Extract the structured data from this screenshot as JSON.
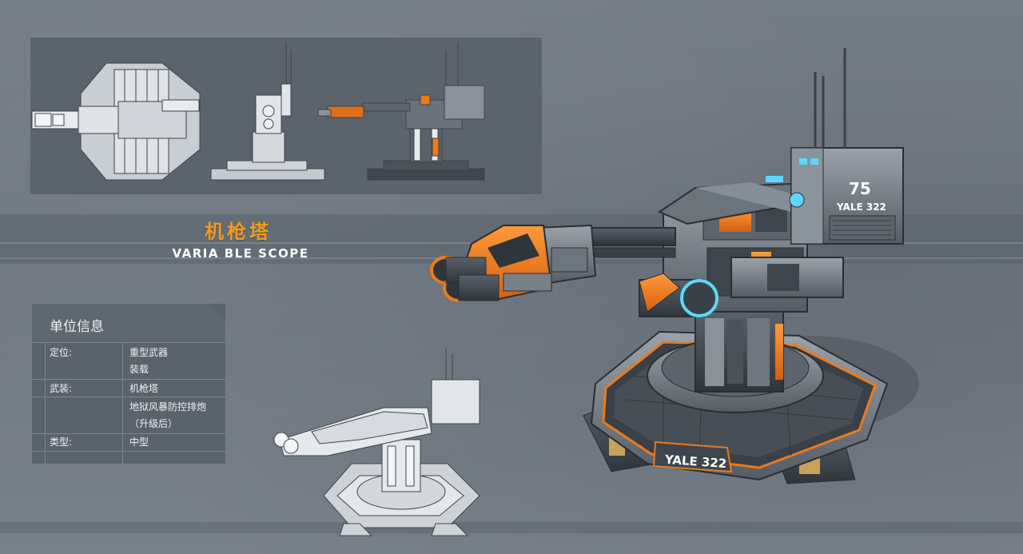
{
  "title": "机枪塔",
  "subtitle": "VARIA BLE SCOPE",
  "info_panel": {
    "header": "单位信息",
    "rows": [
      {
        "label": "定位:",
        "values": [
          "重型武器",
          "装载"
        ]
      },
      {
        "label": "武装:",
        "values": [
          "机枪塔"
        ]
      },
      {
        "label": "",
        "values": [
          "地狱风暴防控排炮",
          "（升级后）"
        ]
      },
      {
        "label": "类型:",
        "values": [
          "中型"
        ]
      }
    ]
  },
  "decals": {
    "number": "75",
    "tower_label": "YALE 322",
    "base_label": "YALE 322"
  },
  "colors": {
    "accent": "#f29b1e",
    "orange_panel": "#ee7a1a",
    "metal_dark": "#3d434a",
    "metal_mid": "#727a83",
    "metal_light": "#a9b0b7",
    "glow": "#5fd6ff"
  }
}
